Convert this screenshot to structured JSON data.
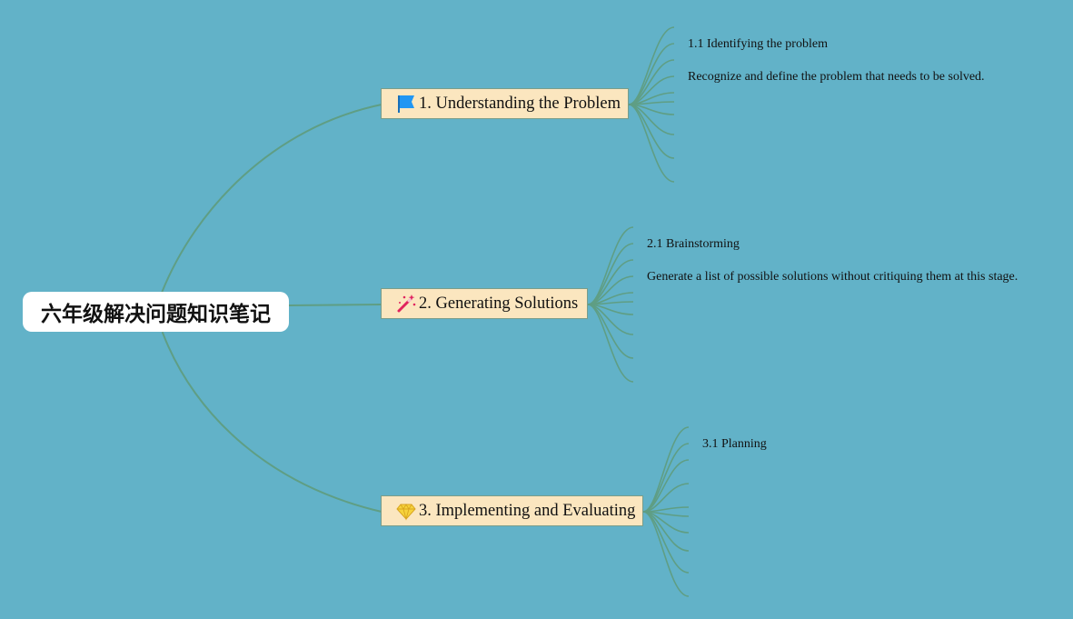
{
  "mindmap": {
    "root": {
      "label": "六年级解决问题知识笔记"
    },
    "topics": [
      {
        "label": "1. Understanding the Problem",
        "icon": "blue-flag-icon",
        "subtopic": "1.1 Identifying the problem",
        "detail": "Recognize and define the problem that needs to be solved."
      },
      {
        "label": "2. Generating Solutions",
        "icon": "magic-wand-icon",
        "subtopic": "2.1 Brainstorming",
        "detail": "Generate a list of possible solutions without critiquing them at this stage."
      },
      {
        "label": "3. Implementing and Evaluating",
        "icon": "gem-icon",
        "subtopic": "3.1 Planning",
        "detail": ""
      }
    ]
  },
  "colors": {
    "background": "#62b2c8",
    "branch_line": "#5f9e84",
    "topic_fill": "#fbe6bf",
    "root_fill": "#ffffff"
  }
}
